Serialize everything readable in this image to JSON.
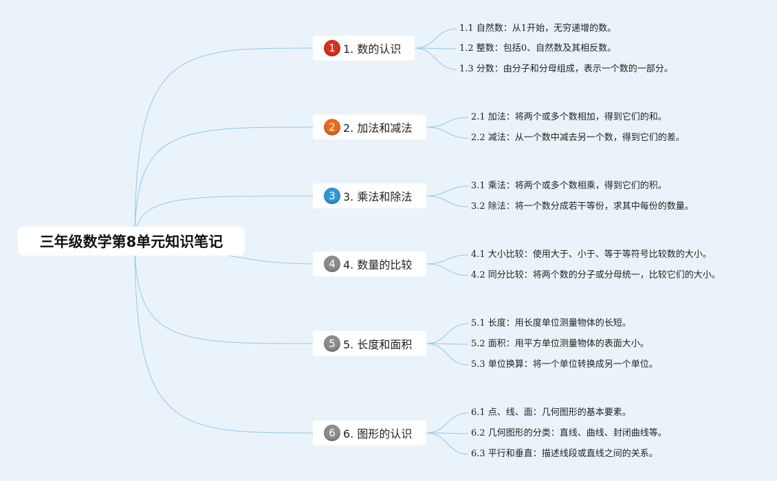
{
  "root": {
    "title": "三年级数学第8单元知识笔记"
  },
  "branches": [
    {
      "number": "1",
      "label": "1. 数的认识",
      "badge_color": "#d9321e",
      "children": [
        "1.1 自然数：从1开始，无穷递增的数。",
        "1.2 整数：包括0、自然数及其相反数。",
        "1.3 分数：由分子和分母组成，表示一个数的一部分。"
      ]
    },
    {
      "number": "2",
      "label": "2. 加法和减法",
      "badge_color": "#ea6b1d",
      "children": [
        "2.1 加法：将两个或多个数相加，得到它们的和。",
        "2.2 减法：从一个数中减去另一个数，得到它们的差。"
      ]
    },
    {
      "number": "3",
      "label": "3. 乘法和除法",
      "badge_color": "#2a9ad6",
      "children": [
        "3.1 乘法：将两个或多个数相乘，得到它们的积。",
        "3.2 除法：将一个数分成若干等份，求其中每份的数量。"
      ]
    },
    {
      "number": "4",
      "label": "4. 数量的比较",
      "badge_color": "#8c8c8c",
      "children": [
        "4.1 大小比较：使用大于、小于、等于等符号比较数的大小。",
        "4.2 同分比较：将两个数的分子或分母统一，比较它们的大小。"
      ]
    },
    {
      "number": "5",
      "label": "5. 长度和面积",
      "badge_color": "#8c8c8c",
      "children": [
        "5.1 长度：用长度单位测量物体的长短。",
        "5.2 面积：用平方单位测量物体的表面大小。",
        "5.3 单位换算：将一个单位转换成另一个单位。"
      ]
    },
    {
      "number": "6",
      "label": "6. 图形的认识",
      "badge_color": "#8c8c8c",
      "children": [
        "6.1 点、线、面：几何图形的基本要素。",
        "6.2 几何图形的分类：直线、曲线、封闭曲线等。",
        "6.3 平行和垂直：描述线段或直线之间的关系。"
      ]
    }
  ],
  "colors": {
    "background": "#ebf3fa",
    "connector": "#8fc8ec"
  }
}
